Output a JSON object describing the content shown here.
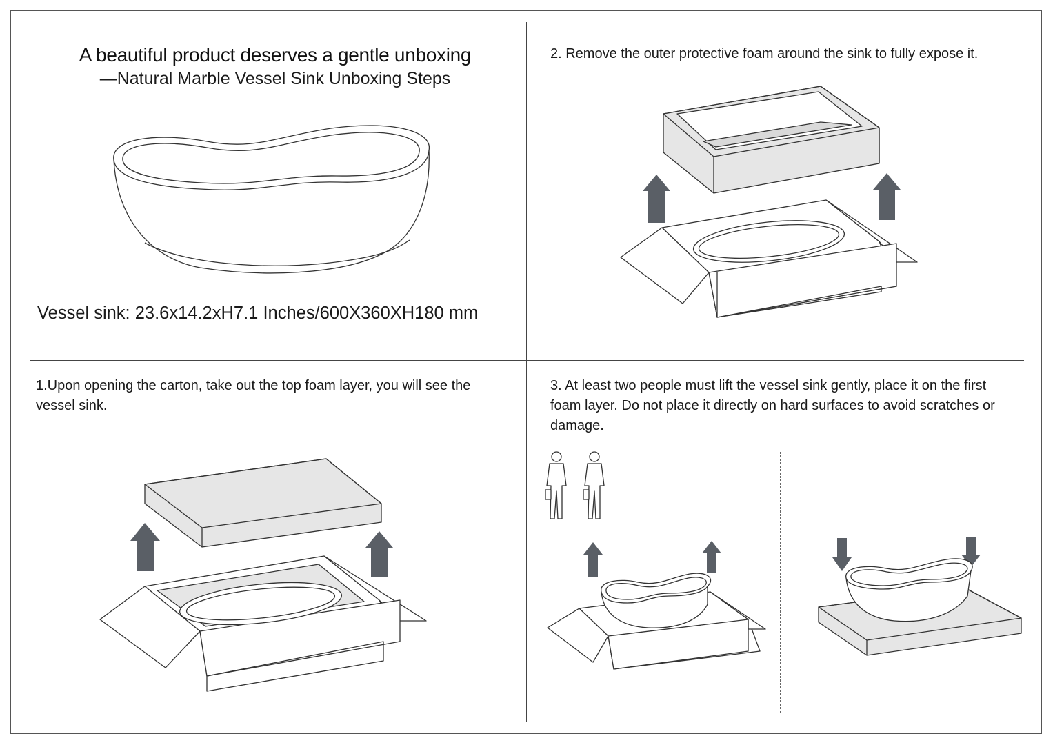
{
  "header": {
    "title": "A beautiful product deserves a gentle unboxing",
    "subtitle": "—Natural Marble Vessel Sink Unboxing Steps"
  },
  "product": {
    "dimensions": "Vessel sink: 23.6x14.2xH7.1 Inches/600X360XH180 mm"
  },
  "steps": [
    {
      "number": "1",
      "text": "1.Upon opening the carton, take out the top foam layer, you will see the vessel sink."
    },
    {
      "number": "2",
      "text": "2. Remove the outer protective foam around the sink to fully expose it."
    },
    {
      "number": "3",
      "text": "3. At least two people must lift the vessel sink gently, place it on the first foam layer. Do not place it directly on hard surfaces to avoid scratches or damage."
    }
  ],
  "colors": {
    "foam": "#e6e6e6",
    "arrow": "#5a5f66",
    "line": "#333333"
  },
  "icons": [
    "vessel-sink-illustration",
    "carton-box-icon",
    "foam-layer-icon",
    "foam-frame-icon",
    "up-arrow-icon",
    "down-arrow-icon",
    "person-icon"
  ]
}
